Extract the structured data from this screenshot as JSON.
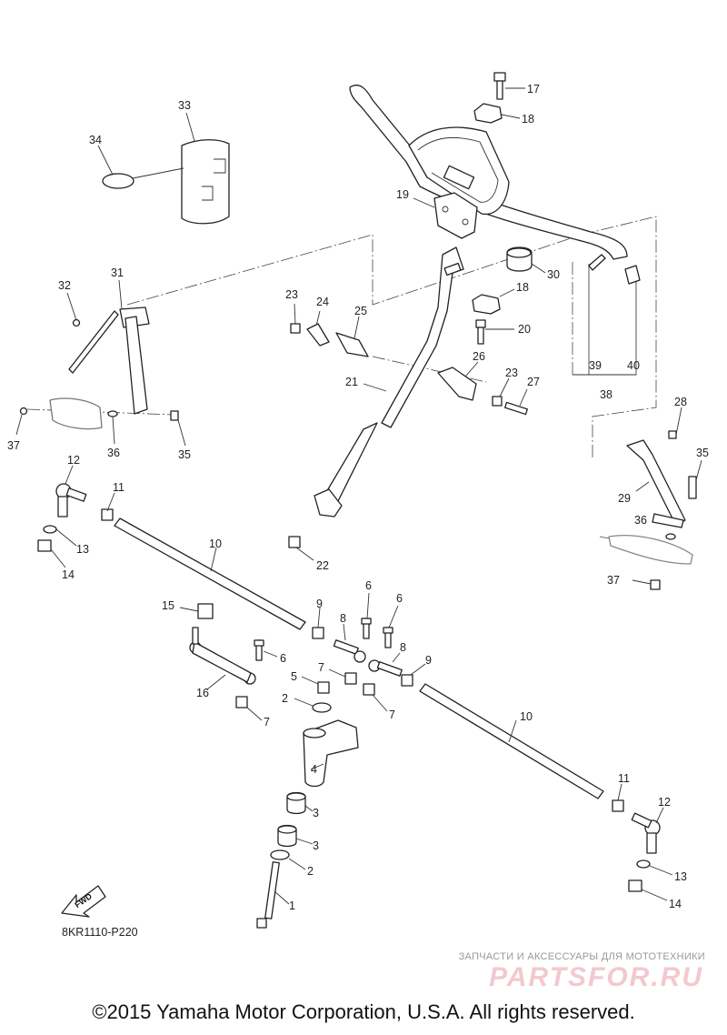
{
  "diagram": {
    "code": "8KR1110-P220",
    "fwd_label": "FWD",
    "copyright": "©2015 Yamaha Motor Corporation, U.S.A. All rights reserved.",
    "watermark_caption": "ЗАПЧАСТИ И АКСЕССУАРЫ ДЛЯ МОТОТЕХНИКИ",
    "watermark_logo": "PARTSFOR.RU",
    "callouts": [
      "1",
      "2",
      "2",
      "3",
      "3",
      "4",
      "5",
      "6",
      "6",
      "6",
      "7",
      "7",
      "7",
      "8",
      "8",
      "9",
      "9",
      "10",
      "10",
      "11",
      "11",
      "12",
      "12",
      "13",
      "13",
      "14",
      "14",
      "15",
      "16",
      "17",
      "18",
      "18",
      "19",
      "20",
      "21",
      "22",
      "23",
      "23",
      "24",
      "25",
      "26",
      "27",
      "28",
      "29",
      "30",
      "31",
      "32",
      "33",
      "34",
      "35",
      "35",
      "36",
      "36",
      "37",
      "37",
      "38",
      "39",
      "40"
    ]
  }
}
